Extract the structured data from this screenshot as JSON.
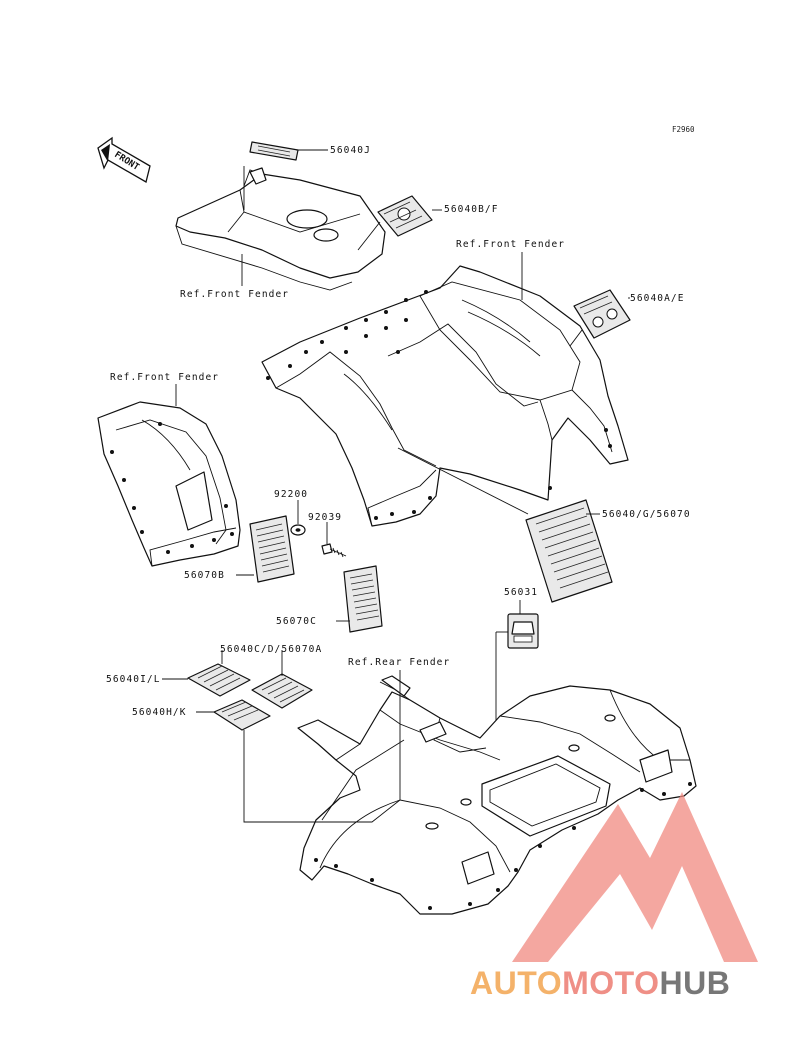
{
  "figure_code": "F2960",
  "direction_arrow": {
    "text": "FRONT",
    "icon": "front-direction-arrow-icon"
  },
  "callouts": {
    "p56040J": "56040J",
    "p56040BF": "56040B/F",
    "p56040AE": "56040A/E",
    "p56040G56070": "56040/G/56070",
    "p92200": "92200",
    "p92039": "92039",
    "p56070B": "56070B",
    "p56070C": "56070C",
    "p56031": "56031",
    "p56040CD56070A": "56040C/D/56070A",
    "p56040IL": "56040I/L",
    "p56040HK": "56040H/K"
  },
  "references": {
    "ref_front_fender_top": "Ref.Front Fender",
    "ref_front_fender_mid": "Ref.Front Fender",
    "ref_front_fender_left": "Ref.Front Fender",
    "ref_rear_fender": "Ref.Rear Fender"
  },
  "watermark": {
    "part1": "AUTO",
    "part2": "MOTO",
    "part3": "HUB",
    "colors": {
      "auto": "#f4b26a",
      "moto": "#ef8f86",
      "hub": "#777777",
      "triangle": "#f08a80"
    },
    "icon": "automotohub-logo-icon"
  }
}
